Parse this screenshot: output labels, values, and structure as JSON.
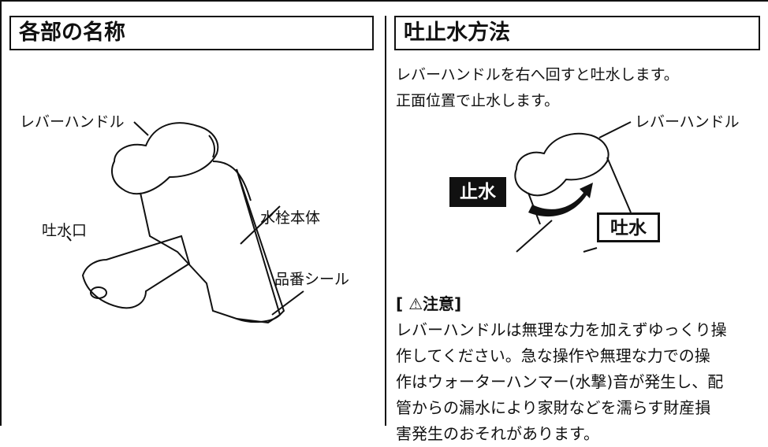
{
  "left_panel": {
    "title": "各部の名称",
    "labels": {
      "lever_handle": "レバーハンドル",
      "spout": "吐水口",
      "body": "水栓本体",
      "part_seal": "品番シール"
    }
  },
  "right_panel": {
    "title": "吐止水方法",
    "intro_lines": [
      "レバーハンドルを右へ回すと吐水します。",
      "正面位置で止水します。"
    ],
    "lever_label": "レバーハンドル",
    "stop_label": "止水",
    "flow_label": "吐水",
    "notice": {
      "title": "[ ⚠注意]",
      "lines": [
        "レバーハンドルは無理な力を加えずゆっくり操",
        "作してください。急な操作や無理な力での操",
        "作はウォーターハンマー(水撃)音が発生し、配",
        "管からの漏水により家財などを濡らす財産損",
        "害発生のおそれがあります。"
      ]
    }
  }
}
